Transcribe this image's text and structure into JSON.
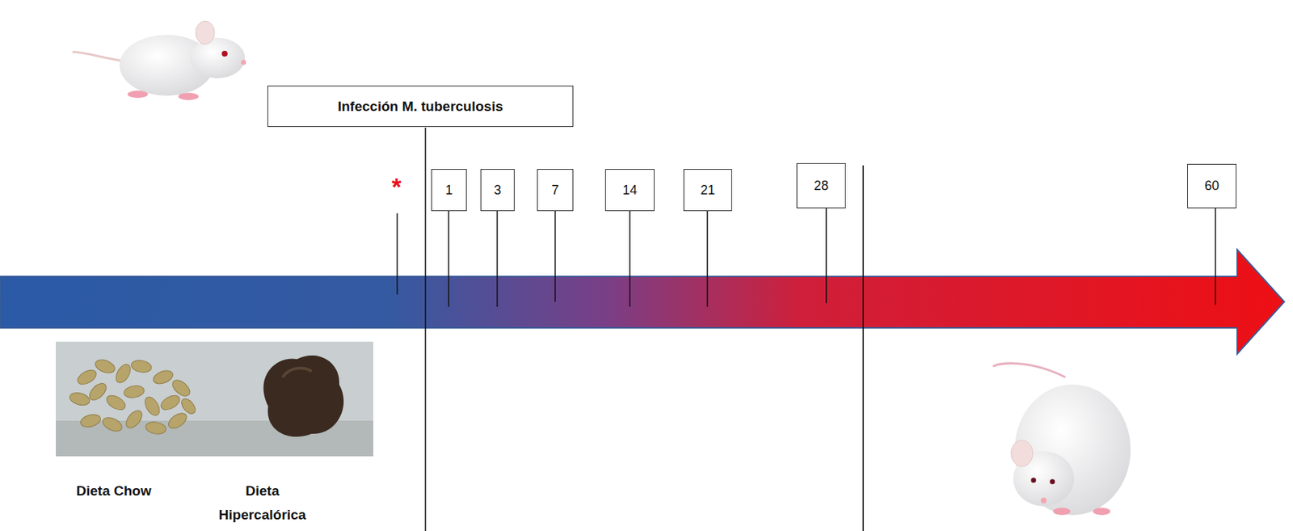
{
  "diagram": {
    "nodes": [
      {
        "text": [
          "Infección M. tuberculosis"
        ]
      },
      {
        "text": [
          "1"
        ]
      },
      {
        "text": [
          "3"
        ]
      },
      {
        "text": [
          "7"
        ]
      },
      {
        "text": [
          "14"
        ]
      },
      {
        "text": [
          "21"
        ]
      },
      {
        "text": [
          "28"
        ]
      },
      {
        "text": [
          "60"
        ]
      }
    ],
    "labels": [
      "*",
      "Dieta Chow",
      "Dieta Hipercalórica"
    ]
  }
}
